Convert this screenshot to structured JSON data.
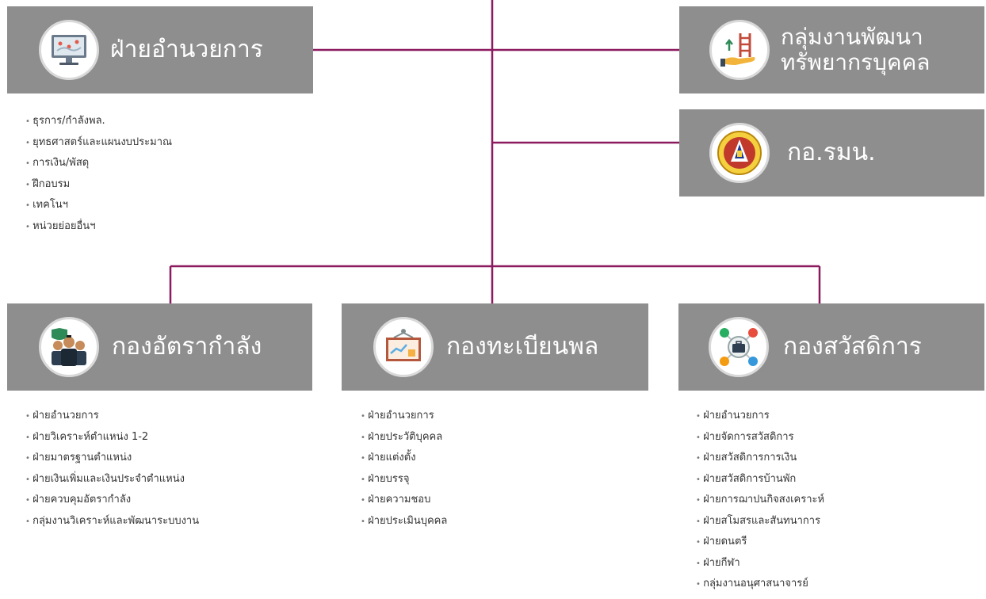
{
  "colors": {
    "line": "#8b1a5e",
    "box": "#8e8e8e",
    "text": "#333333"
  },
  "nodes": {
    "admin": {
      "title": "ฝ่ายอำนวยการ",
      "icon": "monitor-map-icon",
      "items": [
        "ธุรการ/กำลังพล.",
        "ยุทธศาสตร์และแผนงบประมาณ",
        "การเงิน/พัสดุ",
        "ฝึกอบรม",
        "เทคโนฯ",
        "หน่วยย่อยอื่นฯ"
      ]
    },
    "hrd": {
      "title_line1": "กลุ่มงานพัฒนา",
      "title_line2": "ทรัพยากรบุคคล",
      "icon": "hand-ladder-icon"
    },
    "kor": {
      "title": "กอ.รมน.",
      "icon": "emblem-seal-icon"
    },
    "strength": {
      "title": "กองอัตรากำลัง",
      "icon": "personnel-group-icon",
      "items": [
        "ฝ่ายอำนวยการ",
        "ฝ่ายวิเคราะห์ตำแหน่ง 1-2",
        "ฝ่ายมาตรฐานตำแหน่ง",
        "ฝ่ายเงินเพิ่มและเงินประจำตำแหน่ง",
        "ฝ่ายควบคุมอัตรากำลัง",
        "กลุ่มงานวิเคราะห์และพัฒนาระบบงาน"
      ]
    },
    "registry": {
      "title": "กองทะเบียนพล",
      "icon": "presentation-board-icon",
      "items": [
        "ฝ่ายอำนวยการ",
        "ฝ่ายประวัติบุคคล",
        "ฝ่ายแต่งตั้ง",
        "ฝ่ายบรรจุ",
        "ฝ่ายความชอบ",
        "ฝ่ายประเมินบุคคล"
      ]
    },
    "welfare": {
      "title": "กองสวัสดิการ",
      "icon": "briefcase-network-icon",
      "items": [
        "ฝ่ายอำนวยการ",
        "ฝ่ายจัดการสวัสดิการ",
        "ฝ่ายสวัสดิการการเงิน",
        "ฝ่ายสวัสดิการบ้านพัก",
        "ฝ่ายการฌาปนกิจสงเคราะห์",
        "ฝ่ายสโมสรและสันทนาการ",
        "ฝ่ายดนตรี",
        "ฝ่ายกีฬา",
        "กลุ่มงานอนุศาสนาจารย์"
      ]
    }
  }
}
